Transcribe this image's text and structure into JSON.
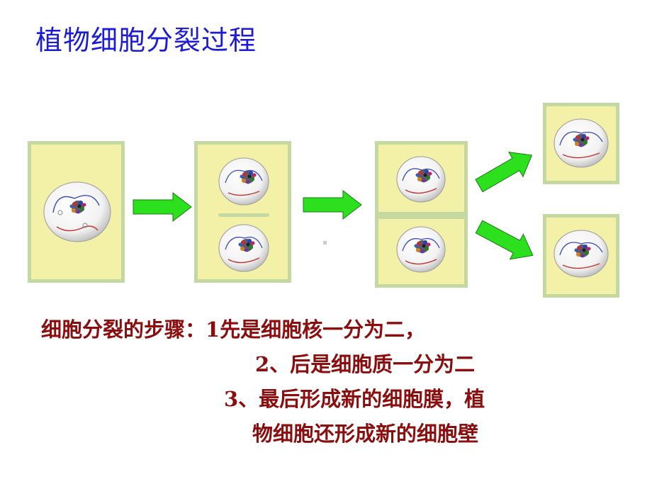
{
  "title": "植物细胞分裂过程",
  "steps": {
    "line1": "细胞分裂的步骤：1先是细胞核一分为二，",
    "line2": "2、后是细胞质一分为二",
    "line3": "3、最后形成新的细胞膜，植",
    "line4": "物细胞还形成新的细胞壁"
  },
  "colors": {
    "title": "#1c1cd6",
    "text": "#8b0d0d",
    "cell_fill": "#f3f0a8",
    "cell_wall": "#c4d8a2",
    "arrow": "#2de01e"
  }
}
